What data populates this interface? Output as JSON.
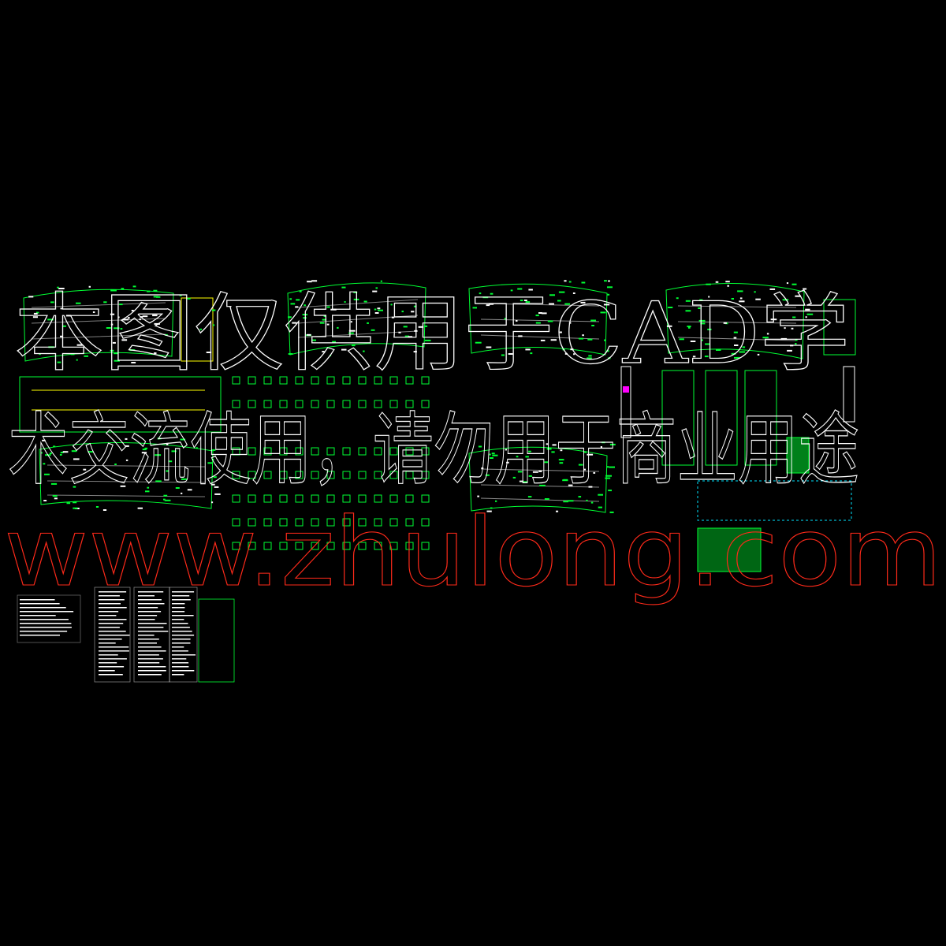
{
  "viewer": {
    "background": "#000000",
    "drawing_colors": {
      "lines": "#00ff33",
      "text": "#ffffff",
      "accent_yellow": "#ffff00",
      "accent_magenta": "#ff00ff",
      "accent_cyan": "#00e5ff",
      "watermark_url": "#ff2a1a"
    }
  },
  "watermark": {
    "line1": "本图仅供用于CAD学",
    "line2": "术交流使用，请勿用于商业用途",
    "url": "www.zhulong.com"
  }
}
